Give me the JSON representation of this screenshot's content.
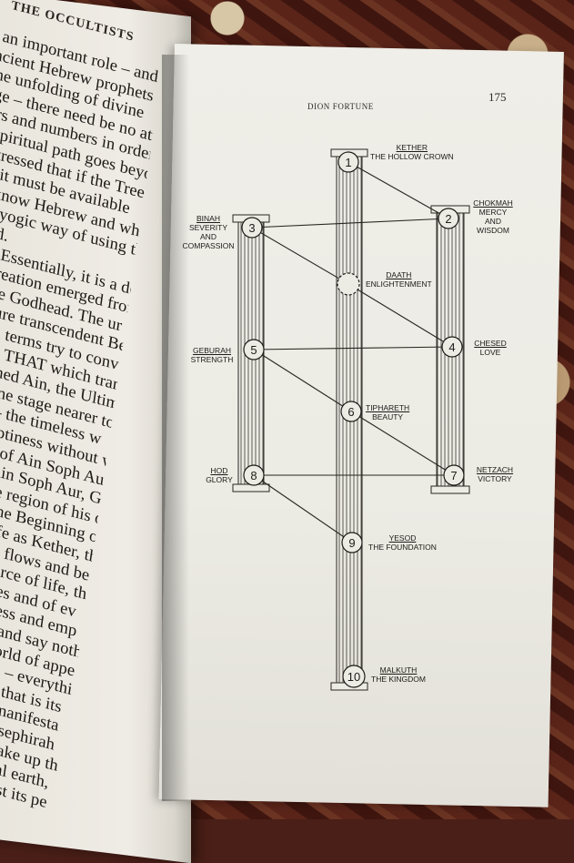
{
  "left_page": {
    "running_head": "THE OCCULTISTS",
    "lines": [
      "lay an important role – and it",
      "e ancient Hebrew prophets",
      "as the unfolding of divine",
      "guage – there need be no atte",
      "letters and numbers in order",
      "real spiritual path goes beyo",
      "une stressed that if the Tree",
      "yoga, it must be available",
      "don't know Hebrew and wh",
      "ee is a yogic way of using th",
      "she said.",
      "e Tree? Essentially, it is a des",
      "living creation emerged from",
      "ess of the Godhead. The ur",
      "eality; pure transcendent Bein",
      "– all such terms try to conv",
      "give – the THAT which trans",
      "h it is termed Ain, the Ultim",
      "which is one stage nearer to",
      "itlessness – the timeless w",
      "and the emptiness without w",
      "– the realm of Ain Soph Aur.",
      "ng. Out of Ain Soph Aur, Go",
      "and ineffable region of his ow",
      "ation. God, the Beginning o",
      "he Tree of Life as Kether, th",
      "the Uncreated flows and be",
      "ng dynamic force of life, th",
      "all the universes and of ev",
      "ineffable stillness and emp",
      "man can know and say noth",
      "about us, the world of appe",
      "world as symbol – everythi",
      "e eternal Reality that is its",
      "yriad aspects of manifesta",
      "which is called a sephirah",
      ". The sephiroth make up th",
      "alkuth, the physical earth,",
      "f the Tree is not just its pe"
    ]
  },
  "right_page": {
    "running_head": "DION FORTUNE",
    "page_number": "175"
  },
  "tree": {
    "sephiroth": [
      {
        "num": "1",
        "name": "KETHER",
        "sub": "THE HOLLOW CROWN"
      },
      {
        "num": "2",
        "name": "CHOKMAH",
        "sub": "MERCY AND WISDOM"
      },
      {
        "num": "3",
        "name": "BINAH",
        "sub": "SEVERITY AND COMPASSION"
      },
      {
        "num": "",
        "name": "DAATH",
        "sub": "ENLIGHTENMENT"
      },
      {
        "num": "4",
        "name": "CHESED",
        "sub": "LOVE"
      },
      {
        "num": "5",
        "name": "GEBURAH",
        "sub": "STRENGTH"
      },
      {
        "num": "6",
        "name": "TIPHARETH",
        "sub": "BEAUTY"
      },
      {
        "num": "7",
        "name": "NETZACH",
        "sub": "VICTORY"
      },
      {
        "num": "8",
        "name": "HOD",
        "sub": "GLORY"
      },
      {
        "num": "9",
        "name": "YESOD",
        "sub": "THE FOUNDATION"
      },
      {
        "num": "10",
        "name": "MALKUTH",
        "sub": "THE KINGDOM"
      }
    ]
  },
  "colors": {
    "ink": "#1e1b18",
    "paper": "#ecebe4",
    "carpet": "#5a2419"
  }
}
